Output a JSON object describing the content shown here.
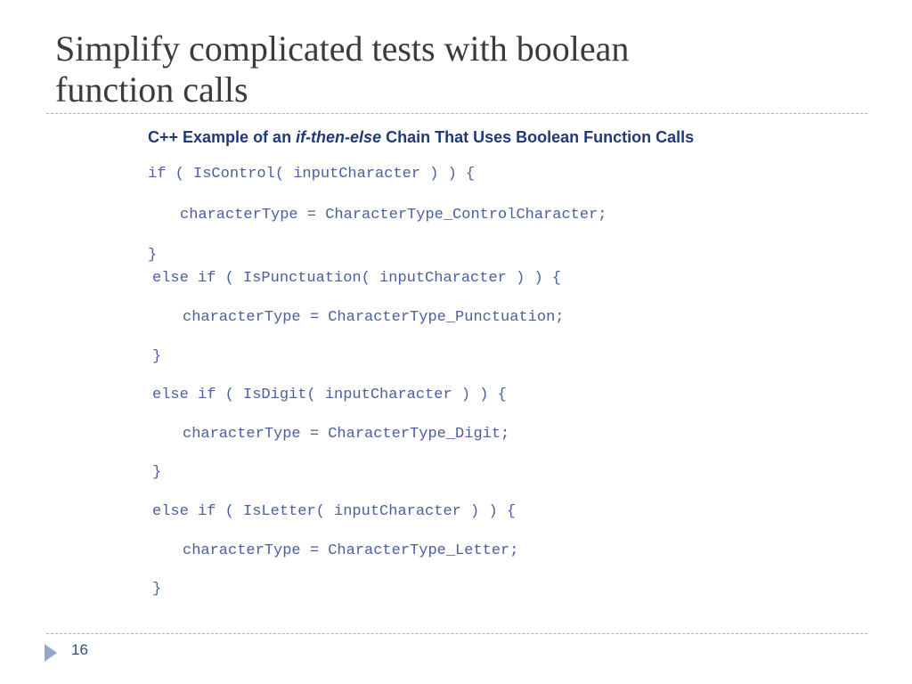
{
  "slide": {
    "title_lines": [
      "Simplify complicated tests with boolean",
      "function calls"
    ],
    "page_number": "16"
  },
  "figure": {
    "caption_prefix": "C++ Example of an ",
    "caption_italic": "if-then-else",
    "caption_suffix": " Chain That Uses Boolean Function Calls",
    "code_lines": [
      "if ( IsControl( inputCharacter ) ) {",
      "characterType = CharacterType_ControlCharacter;",
      "}",
      "else if ( IsPunctuation( inputCharacter ) ) {",
      "characterType = CharacterType_Punctuation;",
      "}",
      "else if ( IsDigit( inputCharacter ) ) {",
      "characterType = CharacterType_Digit;",
      "}",
      "else if ( IsLetter( inputCharacter ) ) {",
      "characterType = CharacterType_Letter;",
      "}"
    ]
  }
}
